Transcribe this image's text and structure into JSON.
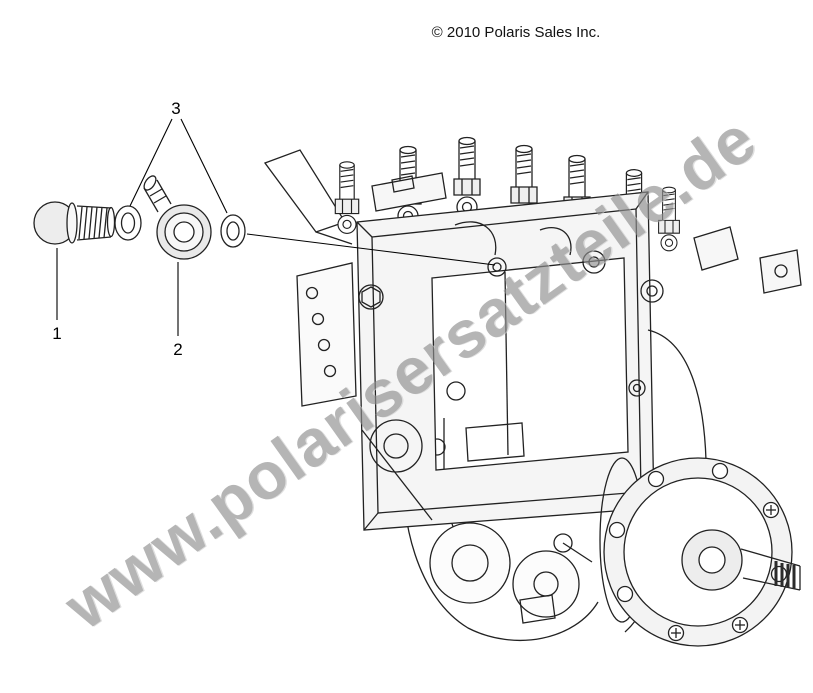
{
  "page": {
    "copyright": "© 2010 Polaris Sales Inc.",
    "watermark": "www.polarisersatzteile.de"
  },
  "callouts": [
    {
      "label": "1"
    },
    {
      "label": "2"
    },
    {
      "label": "3"
    }
  ],
  "colors": {
    "background": "#ffffff",
    "line_art": "#222222",
    "watermark_gray": "#8f8f8f"
  }
}
